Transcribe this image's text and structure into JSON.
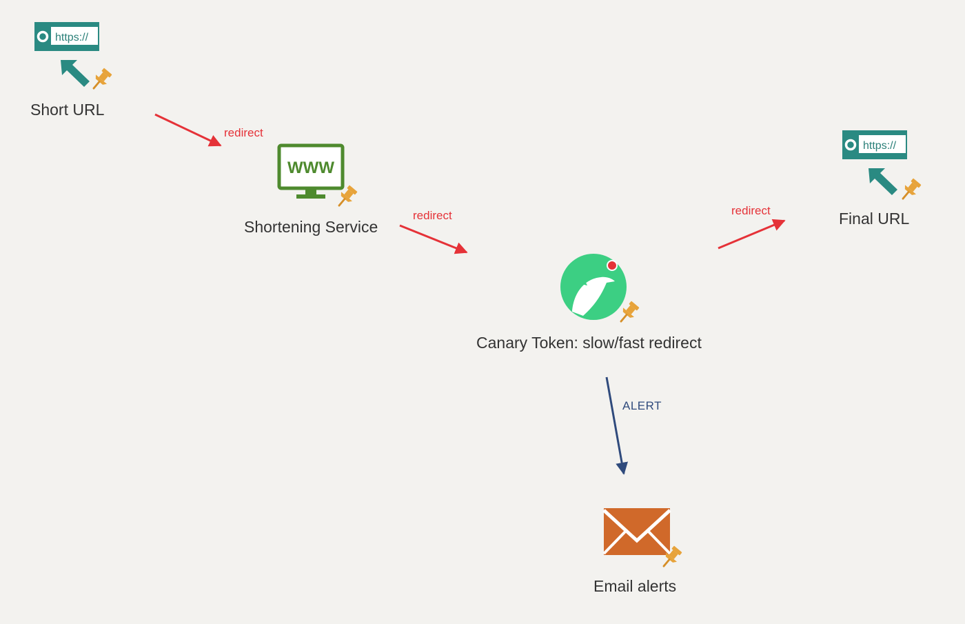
{
  "nodes": {
    "short_url": {
      "label": "Short URL",
      "url_text": "https://"
    },
    "shortening_service": {
      "label": "Shortening Service",
      "screen_text": "WWW"
    },
    "canary_token": {
      "label": "Canary Token: slow/fast redirect"
    },
    "final_url": {
      "label": "Final URL",
      "url_text": "https://"
    },
    "email_alerts": {
      "label": "Email alerts"
    }
  },
  "edges": {
    "short_to_service": {
      "label": "redirect"
    },
    "service_to_canary": {
      "label": "redirect"
    },
    "canary_to_final": {
      "label": "redirect"
    },
    "canary_to_email": {
      "label": "ALERT"
    }
  },
  "colors": {
    "background": "#f3f2ef",
    "teal": "#2a8a82",
    "green_monitor": "#4e8a2e",
    "canary_green": "#3ccf83",
    "email_orange": "#d0692a",
    "pin_gold": "#e7a33a",
    "redirect_red": "#e53238",
    "alert_blue": "#2f4a7c"
  },
  "icons": {
    "short_url": "browser-url-cursor-icon",
    "shortening_service": "monitor-www-icon",
    "canary_token": "canary-bird-icon",
    "final_url": "browser-url-cursor-icon",
    "email_alerts": "envelope-icon",
    "pin": "pushpin-icon"
  }
}
